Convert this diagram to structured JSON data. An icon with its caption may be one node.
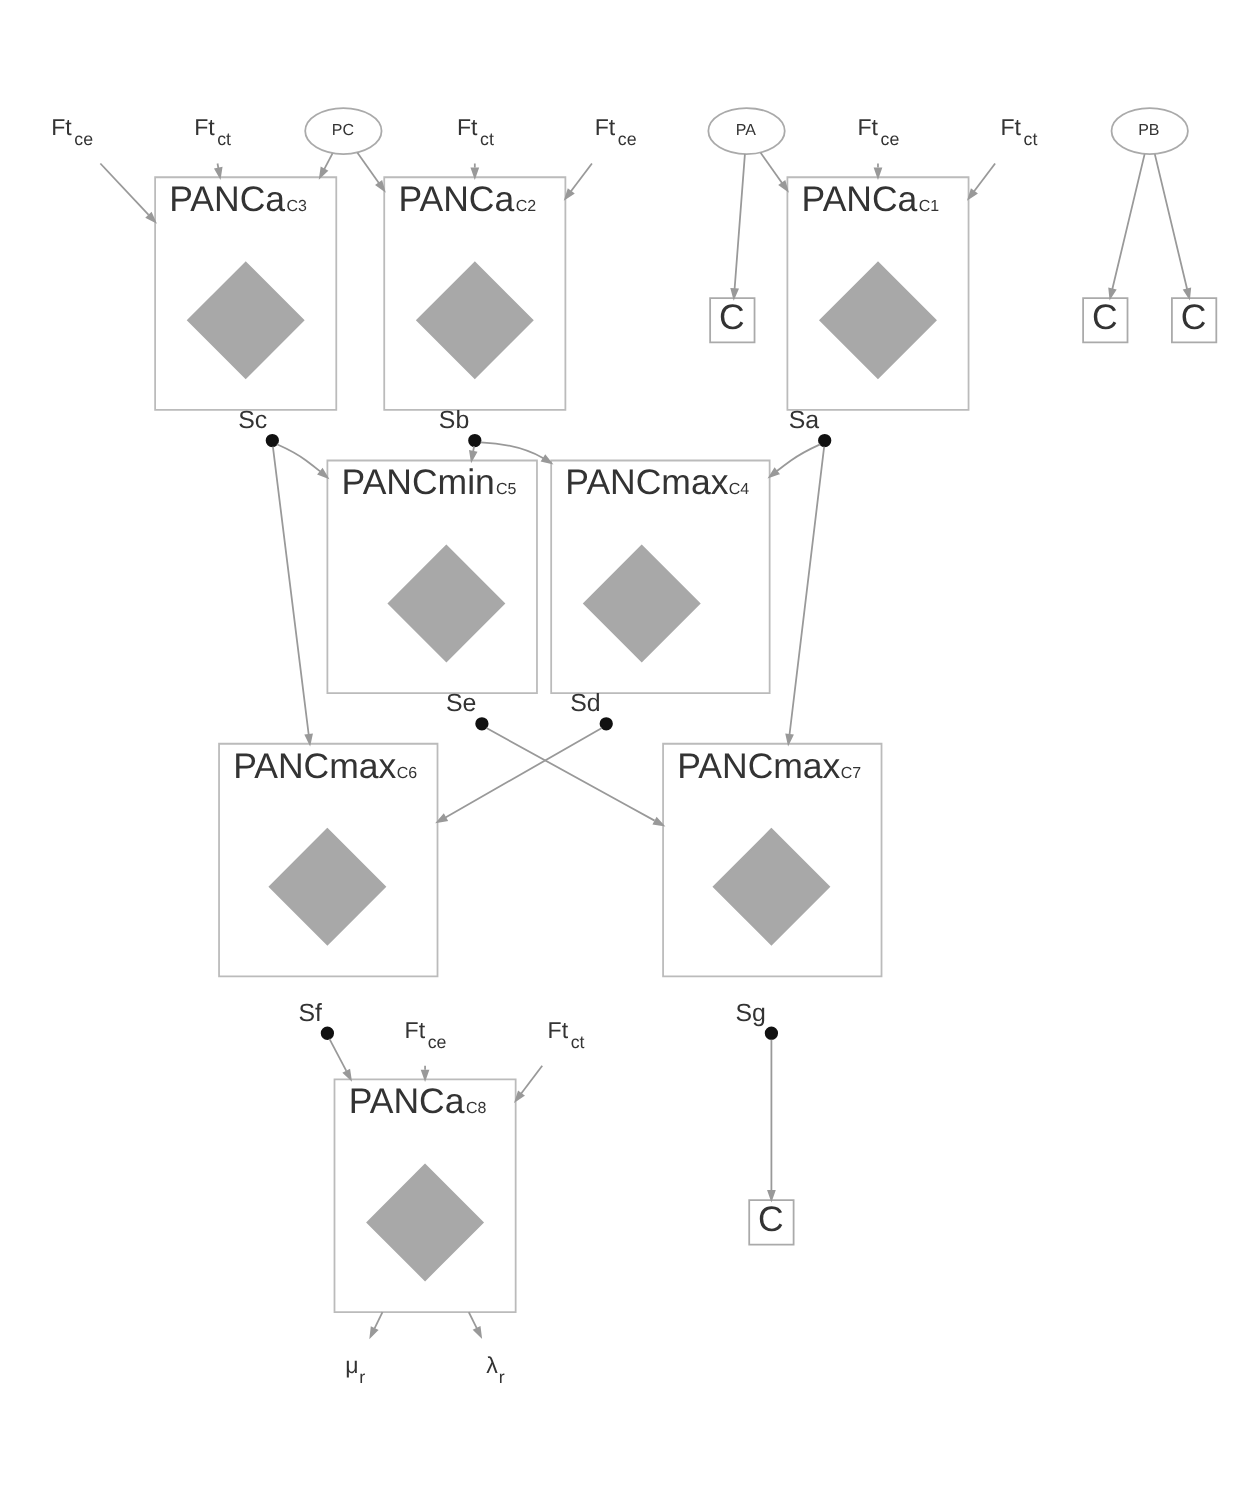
{
  "diagram": {
    "nodes": [
      {
        "text": [
          "PA"
        ]
      },
      {
        "text": [
          "PB"
        ]
      },
      {
        "text": [
          "PC"
        ]
      },
      {
        "text": [
          "C"
        ]
      },
      {
        "text": [
          "PANCa"
        ],
        "beside": [
          "C1"
        ]
      },
      {
        "text": [],
        "shape": "diamond",
        "in": 4
      },
      {
        "text": [
          "Ft$_{ce}$"
        ]
      },
      {
        "text": [
          "Ft$_{ct}$"
        ]
      },
      {
        "text": [],
        "shape": "circle",
        "beside": [
          "Sa"
        ]
      },
      {
        "text": [
          "C"
        ]
      },
      {
        "text": [
          "PANCa"
        ],
        "beside": [
          "C2"
        ]
      },
      {
        "text": [],
        "shape": "diamond",
        "in": 10
      },
      {
        "text": [
          "Ft$_{ce}$"
        ]
      },
      {
        "text": [
          "Ft$_{ct}$"
        ]
      },
      {
        "text": [],
        "shape": "circle",
        "beside": [
          "Sb"
        ]
      },
      {
        "text": [
          "C"
        ]
      },
      {
        "text": [
          "PANCa"
        ],
        "beside": [
          "C3"
        ]
      },
      {
        "text": [],
        "shape": "diamond",
        "in": 16
      },
      {
        "text": [
          "Ft$_{ce}$"
        ]
      },
      {
        "text": [
          "Ft$_{ct}$"
        ]
      },
      {
        "text": [],
        "shape": "circle",
        "beside": [
          "Sc"
        ]
      },
      {
        "text": [
          "PANCmax"
        ],
        "beside": [
          "C4"
        ]
      },
      {
        "text": [],
        "shape": "diamond",
        "in": 21
      },
      {
        "text": [],
        "shape": "circle",
        "beside": [
          "Sd"
        ]
      },
      {
        "text": [
          "PANCmin"
        ],
        "beside": [
          "C5"
        ]
      },
      {
        "text": [],
        "shape": "diamond",
        "in": 24
      },
      {
        "text": [],
        "shape": "circle",
        "beside": [
          "Se"
        ]
      },
      {
        "text": [
          "PANCmax"
        ],
        "beside": [
          "C6"
        ]
      },
      {
        "text": [],
        "shape": "diamond",
        "in": 27
      },
      {
        "text": [],
        "shape": "circle",
        "beside": [
          "Sf"
        ]
      },
      {
        "text": [
          "PANCmax"
        ],
        "beside": [
          "C7"
        ]
      },
      {
        "text": [],
        "shape": "diamond",
        "in": 30
      },
      {
        "text": [],
        "shape": "circle",
        "beside": [
          "Sg"
        ]
      },
      {
        "text": [
          "C"
        ]
      },
      {
        "text": [
          "PANCa"
        ],
        "beside": [
          "C8"
        ]
      },
      {
        "text": [],
        "shape": "diamond",
        "in": 34
      },
      {
        "text": [
          "Ft$_{ce}$"
        ]
      },
      {
        "text": [
          "Ft$_{ct}$"
        ]
      },
      {
        "text": [
          "μ$_{r}$"
        ]
      },
      {
        "text": [
          "λ$_{r}$"
        ]
      }
    ],
    "edges": [
      {
        "from": 0,
        "to": 4,
        "arrow": "to"
      },
      {
        "from": 0,
        "to": 15,
        "arrow": "to"
      },
      {
        "from": 1,
        "to": 3,
        "arrow": "to"
      },
      {
        "from": 1,
        "to": 9,
        "arrow": "to"
      },
      {
        "from": 2,
        "to": 10,
        "arrow": "to"
      },
      {
        "from": 2,
        "to": 16,
        "arrow": "to"
      },
      {
        "from": 6,
        "to": 4,
        "arrow": "to"
      },
      {
        "from": 7,
        "to": 4,
        "arrow": "to"
      },
      {
        "from": 12,
        "to": 10,
        "arrow": "to"
      },
      {
        "from": 13,
        "to": 10,
        "arrow": "to"
      },
      {
        "from": 18,
        "to": 16,
        "arrow": "to"
      },
      {
        "from": 19,
        "to": 16,
        "arrow": "to"
      },
      {
        "from": 8,
        "to": 21,
        "arrow": "to"
      },
      {
        "from": 8,
        "to": 30,
        "arrow": "to"
      },
      {
        "from": 14,
        "to": 21,
        "arrow": "to"
      },
      {
        "from": 14,
        "to": 24,
        "arrow": "to"
      },
      {
        "from": 20,
        "to": 24,
        "arrow": "to"
      },
      {
        "from": 20,
        "to": 27,
        "arrow": "to"
      },
      {
        "from": 23,
        "to": 27,
        "arrow": "to"
      },
      {
        "from": 26,
        "to": 30,
        "arrow": "to"
      },
      {
        "from": 29,
        "to": 34,
        "arrow": "to"
      },
      {
        "from": 32,
        "to": 33,
        "arrow": "to"
      },
      {
        "from": 36,
        "to": 34,
        "arrow": "to"
      },
      {
        "from": 37,
        "to": 34,
        "arrow": "to"
      },
      {
        "from": 34,
        "to": 38,
        "arrow": "to"
      },
      {
        "from": 34,
        "to": 39,
        "arrow": "to"
      }
    ]
  }
}
